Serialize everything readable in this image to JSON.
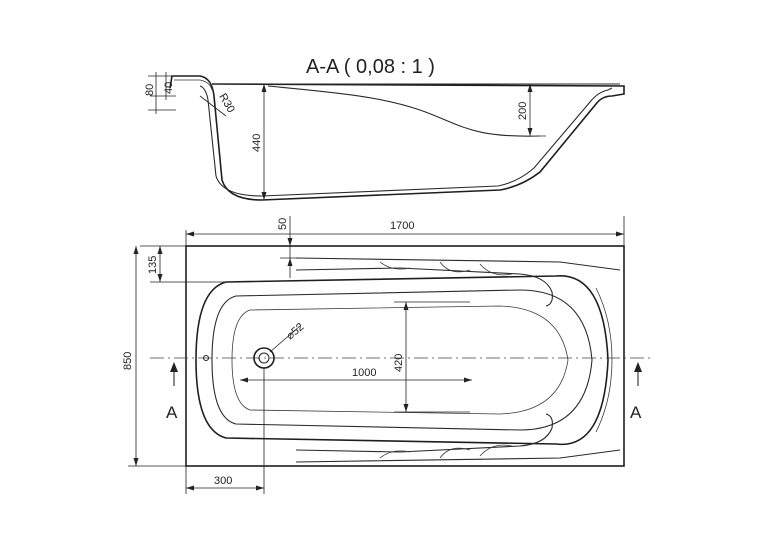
{
  "section_title": "A-A ( 0,08 : 1 )",
  "section_view": {
    "dim_rim_height": "80",
    "dim_rim_inner": "40",
    "dim_corner": "R30",
    "dim_depth": "440",
    "dim_backrest": "200"
  },
  "plan_view": {
    "dim_length": "1700",
    "dim_width": "850",
    "dim_top_offset": "50",
    "dim_rim_offset": "135",
    "dim_drain_diameter": "⌀52",
    "dim_inner_width": "420",
    "dim_inner_length": "1000",
    "dim_drain_position": "300",
    "section_marker_left": "A",
    "section_marker_right": "A"
  }
}
